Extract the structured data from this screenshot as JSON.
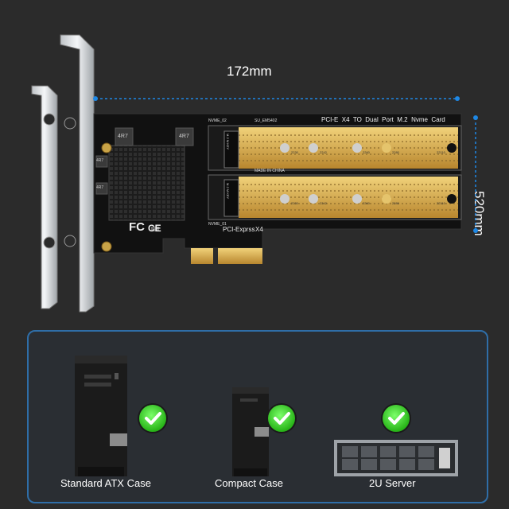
{
  "dimensions": {
    "width_label": "172mm",
    "height_label": "520mm"
  },
  "card": {
    "title": "PCI-E  X4  TO  Dual  Port  M.2  Nvme  Card",
    "top_slot_label": "NVME_02",
    "bottom_slot_label": "NVME_01",
    "model_code": "SU_EM5402",
    "made_in": "MADE IN CHINA",
    "interface_label": "PCI-Exprss",
    "lanes_label": "X4",
    "inductor_label_1": "4R7",
    "inductor_label_2": "4R7",
    "inductor_label_3": "4R7",
    "inductor_label_4": "4R7",
    "m2_key_label": "M.2 M KEY",
    "size_marks": [
      "2230",
      "2242",
      "2260",
      "2280",
      "22110"
    ],
    "fc_mark": "FC",
    "ce_mark": "CE"
  },
  "compatibility": {
    "items": [
      {
        "label": "Standard ATX Case"
      },
      {
        "label": "Compact Case"
      },
      {
        "label": "2U Server"
      }
    ]
  },
  "colors": {
    "dimension_line": "#1e88e5",
    "panel_border": "#2f6ea8",
    "check_green": "#3ccf2a",
    "gold": "#d4a84b"
  }
}
